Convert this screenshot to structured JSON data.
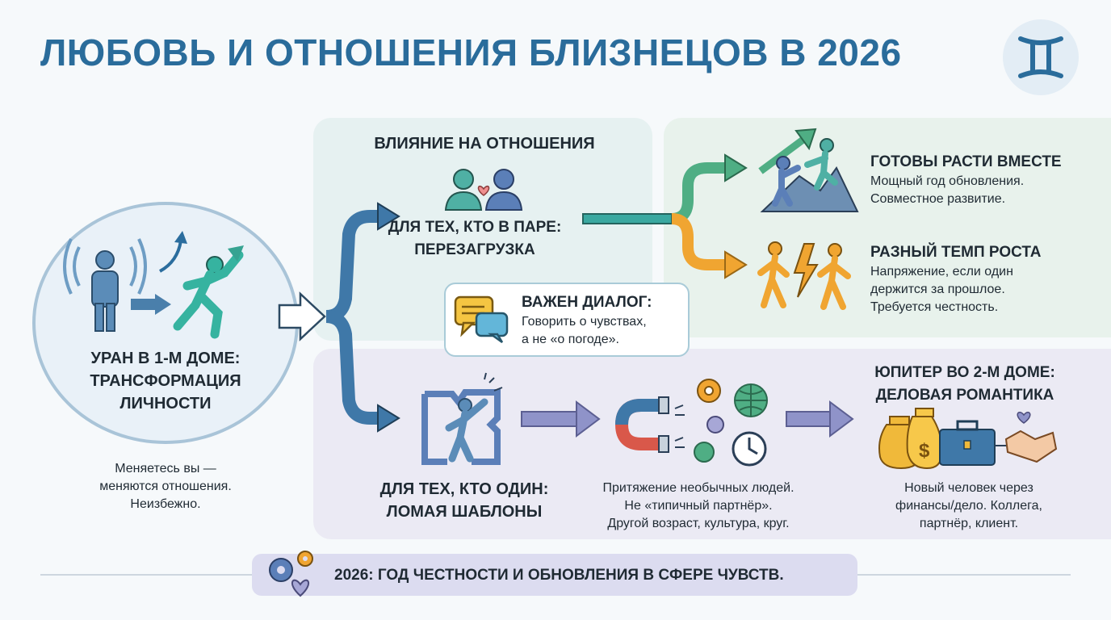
{
  "title": "ЛЮБОВЬ И ОТНОШЕНИЯ БЛИЗНЕЦОВ В 2026",
  "zodiac_icon": "gemini-icon",
  "left": {
    "heading_line1": "УРАН В 1-М ДОМЕ:",
    "heading_line2": "ТРАНСФОРМАЦИЯ",
    "heading_line3": "ЛИЧНОСТИ",
    "note_line1": "Меняетесь вы —",
    "note_line2": "меняются отношения.",
    "note_line3": "Неизбежно."
  },
  "influence": {
    "heading": "ВЛИЯНИЕ НА ОТНОШЕНИЯ",
    "pair_line1": "ДЛЯ ТЕХ, КТО В ПАРЕ:",
    "pair_line2": "ПЕРЕЗАГРУЗКА"
  },
  "dialog": {
    "heading": "ВАЖЕН ДИАЛОГ:",
    "line1": "Говорить о чувствах,",
    "line2": "а не «о погоде»."
  },
  "grow": {
    "heading": "ГОТОВЫ РАСТИ ВМЕСТЕ",
    "line1": "Мощный год обновления.",
    "line2": "Совместное развитие."
  },
  "pace": {
    "heading": "РАЗНЫЙ ТЕМП РОСТА",
    "line1": "Напряжение, если один",
    "line2": "держится за прошлое.",
    "line3": "Требуется честность."
  },
  "single": {
    "heading_line1": "ДЛЯ ТЕХ, КТО ОДИН:",
    "heading_line2": "ЛОМАЯ ШАБЛОНЫ"
  },
  "attraction": {
    "line1": "Притяжение необычных людей.",
    "line2": "Не «типичный партнёр».",
    "line3": "Другой возраст, культура, круг."
  },
  "jupiter": {
    "heading_line1": "ЮПИТЕР ВО 2-М ДОМЕ:",
    "heading_line2": "ДЕЛОВАЯ РОМАНТИКА",
    "line1": "Новый человек через",
    "line2": "финансы/дело. Коллега,",
    "line3": "партнёр, клиент."
  },
  "footer": "2026: ГОД ЧЕСТНОСТИ И ОБНОВЛЕНИЯ В СФЕРЕ ЧУВСТВ.",
  "colors": {
    "title": "#2a6c9b",
    "blue_arrow": "#3f78a8",
    "green_arrow": "#4fae84",
    "orange_arrow": "#f0a531",
    "teal": "#3aa8a0",
    "purple_arrow": "#8f93c9"
  }
}
